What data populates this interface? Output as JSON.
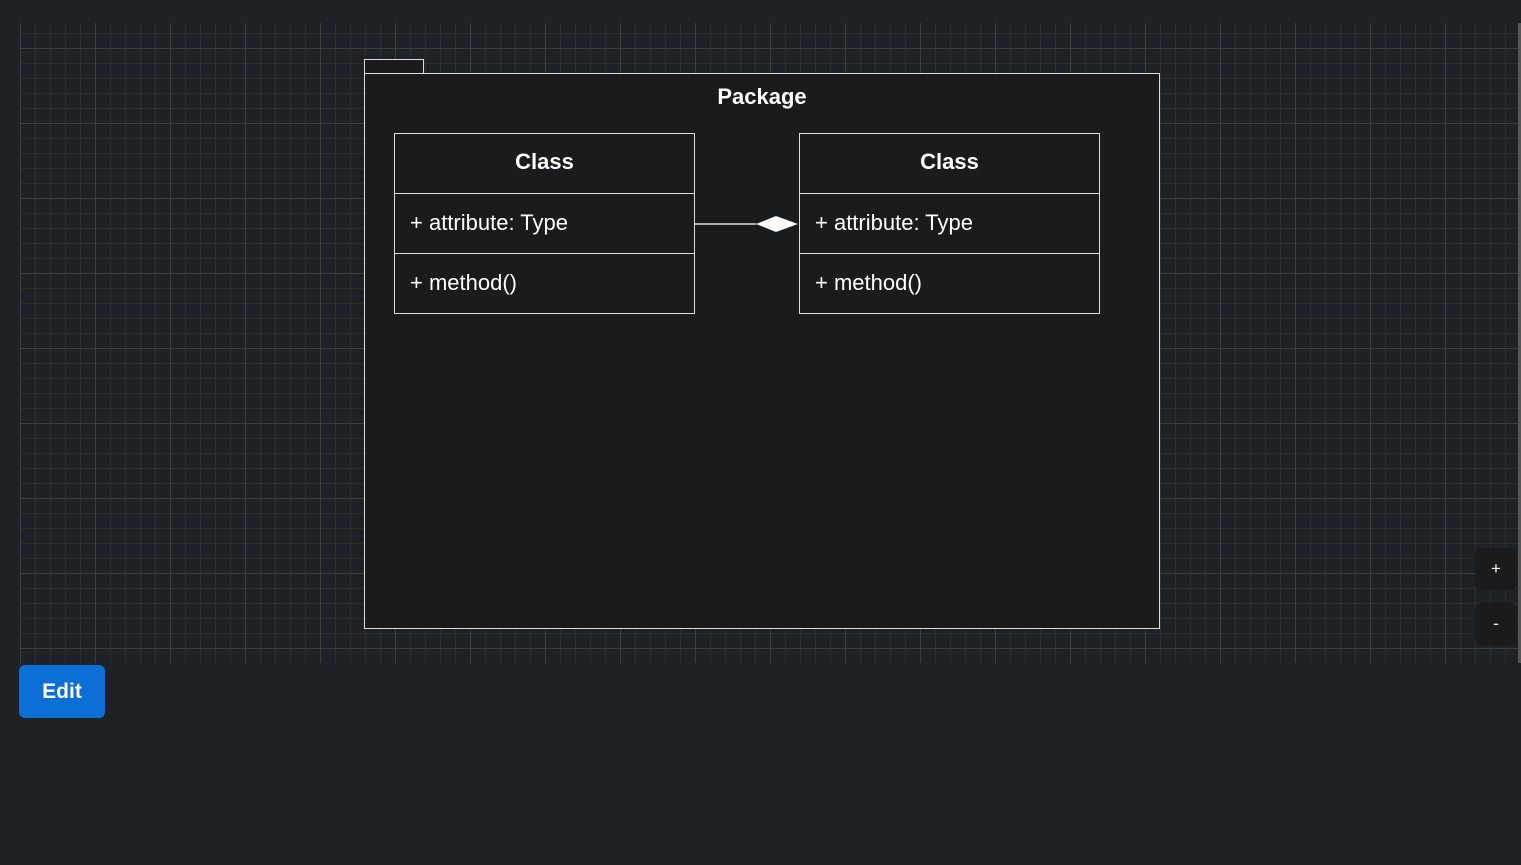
{
  "diagram": {
    "package": {
      "title": "Package"
    },
    "classes": [
      {
        "name": "Class",
        "attribute": "+ attribute: Type",
        "method": "+ method()"
      },
      {
        "name": "Class",
        "attribute": "+ attribute: Type",
        "method": "+ method()"
      }
    ],
    "relation": {
      "type": "composition"
    }
  },
  "controls": {
    "zoom_in": "+",
    "zoom_out": "-",
    "edit": "Edit"
  },
  "colors": {
    "accent": "#0b6fd6",
    "background": "#1e2126",
    "shape_fill": "#1a1b1c",
    "stroke": "#dddddd"
  }
}
